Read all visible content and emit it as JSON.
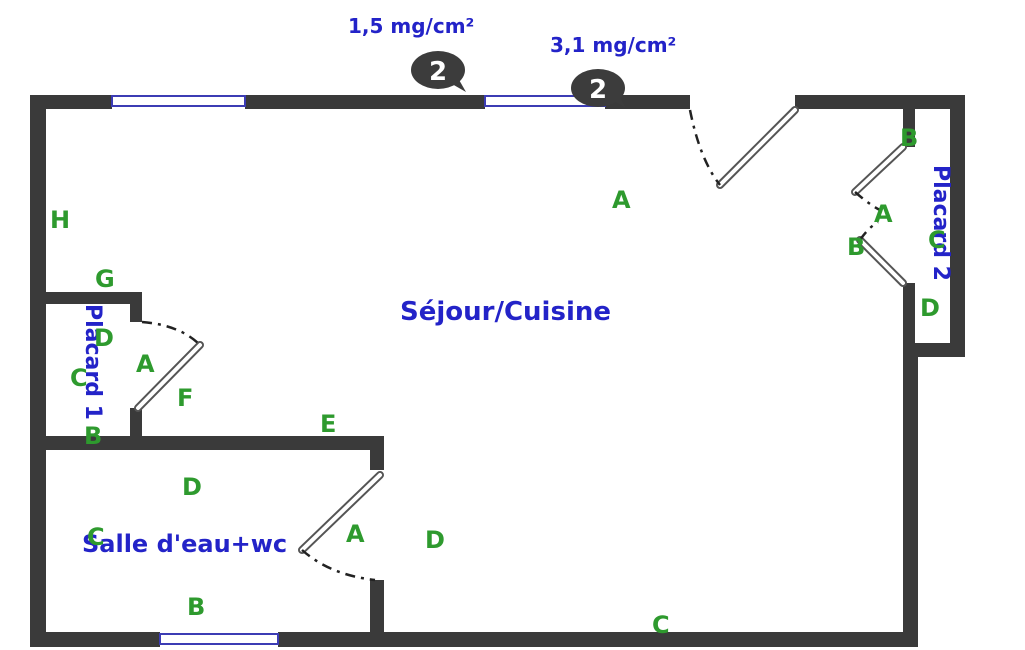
{
  "rooms": {
    "sejour": "Séjour/Cuisine",
    "placard1": "Placard 1",
    "placard2": "Placard 2",
    "salle": "Salle d'eau+wc"
  },
  "measurements": [
    {
      "value": "1,5 mg/cm²",
      "badge": "2"
    },
    {
      "value": "3,1 mg/cm²",
      "badge": "2"
    }
  ],
  "wall_letters": {
    "sejour_a": "A",
    "sejour_h": "H",
    "sejour_g": "G",
    "sejour_e": "E",
    "sejour_f": "F",
    "sejour_d": "D",
    "sejour_c": "C",
    "placard1_a": "A",
    "placard1_c": "C",
    "placard1_b": "B",
    "placard1_d": "D",
    "placard2_b_top": "B",
    "placard2_a": "A",
    "placard2_b": "B",
    "placard2_c": "C",
    "placard2_d": "D",
    "salle_d": "D",
    "salle_a": "A",
    "salle_b": "B",
    "salle_c": "C"
  },
  "colors": {
    "wall": "#3a3a3a",
    "room_label": "#2323c8",
    "wall_letter": "#2e9a2e",
    "badge": "#3c3c3c"
  }
}
